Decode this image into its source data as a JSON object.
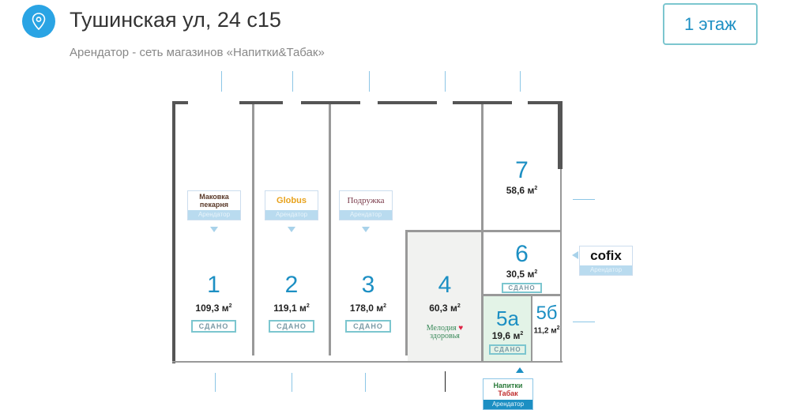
{
  "header": {
    "title": "Тушинская ул, 24 с15",
    "subtitle": "Арендатор - сеть магазинов «Напитки&Табак»",
    "floor_button": "1 этаж",
    "icon": "location-pin-icon"
  },
  "colors": {
    "accent": "#1c8fc3",
    "pin": "#2aa4e4",
    "room4": "#f1f2f0",
    "room5a": "#e3f3e7"
  },
  "rooms": [
    {
      "number": "1",
      "area": "109,3 м",
      "sup": "2",
      "status": "СДАНО"
    },
    {
      "number": "2",
      "area": "119,1 м",
      "sup": "2",
      "status": "СДАНО"
    },
    {
      "number": "3",
      "area": "178,0 м",
      "sup": "2",
      "status": "СДАНО"
    },
    {
      "number": "4",
      "area": "60,3 м",
      "sup": "2"
    },
    {
      "number": "5а",
      "area": "19,6 м",
      "sup": "2",
      "status": "СДАНО"
    },
    {
      "number": "5б",
      "area": "11,2 м",
      "sup": "2"
    },
    {
      "number": "6",
      "area": "30,5 м",
      "sup": "2",
      "status": "СДАНО"
    },
    {
      "number": "7",
      "area": "58,6 м",
      "sup": "2"
    }
  ],
  "tenants": [
    {
      "logo": "Маковка пекарня",
      "label": "Арендатор"
    },
    {
      "logo": "Globus",
      "label": "Арендатор"
    },
    {
      "logo": "Подружка",
      "label": "Арендатор"
    },
    {
      "logo": "cofix",
      "label": "Арендатор"
    },
    {
      "logo_line1": "Напитки",
      "logo_line2": "Табак",
      "label": "Арендатор"
    }
  ],
  "room4_logo": {
    "line1": "Мелодия",
    "line2": "здоровья"
  }
}
